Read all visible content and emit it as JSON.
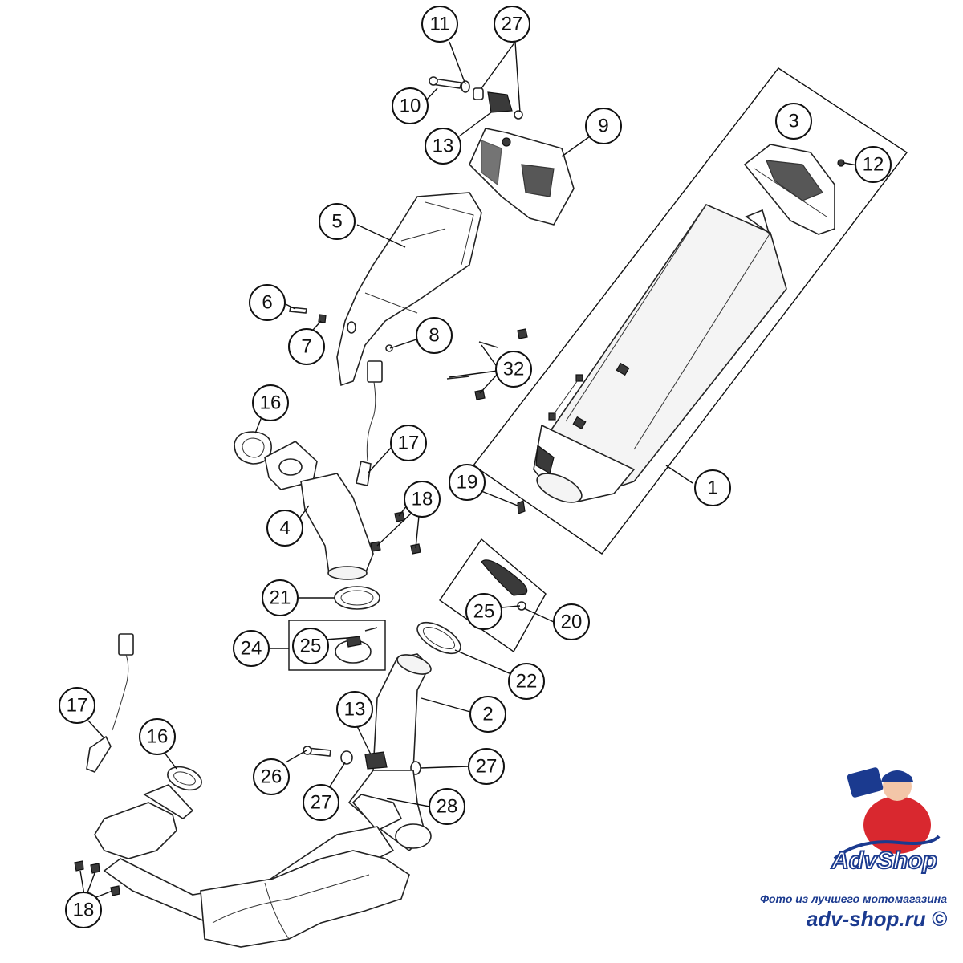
{
  "diagram": {
    "callouts": {
      "c1": "1",
      "c2": "2",
      "c3": "3",
      "c4": "4",
      "c5": "5",
      "c6": "6",
      "c7": "7",
      "c8": "8",
      "c9": "9",
      "c10": "10",
      "c11": "11",
      "c12": "12",
      "c13a": "13",
      "c13b": "13",
      "c16a": "16",
      "c16b": "16",
      "c17a": "17",
      "c17b": "17",
      "c18a": "18",
      "c18b": "18",
      "c19": "19",
      "c20": "20",
      "c21": "21",
      "c22": "22",
      "c24": "24",
      "c25a": "25",
      "c25b": "25",
      "c26": "26",
      "c27a": "27",
      "c27b": "27",
      "c27c": "27",
      "c28": "28",
      "c32": "32"
    }
  },
  "watermark": {
    "caption": "Фото из лучшего мотомагазина",
    "site": "adv-shop.ru ©",
    "logo_text": "AdvShop"
  },
  "colors": {
    "brand_blue": "#1b3a8f",
    "mascot_red": "#d9282f",
    "line": "#111111"
  }
}
